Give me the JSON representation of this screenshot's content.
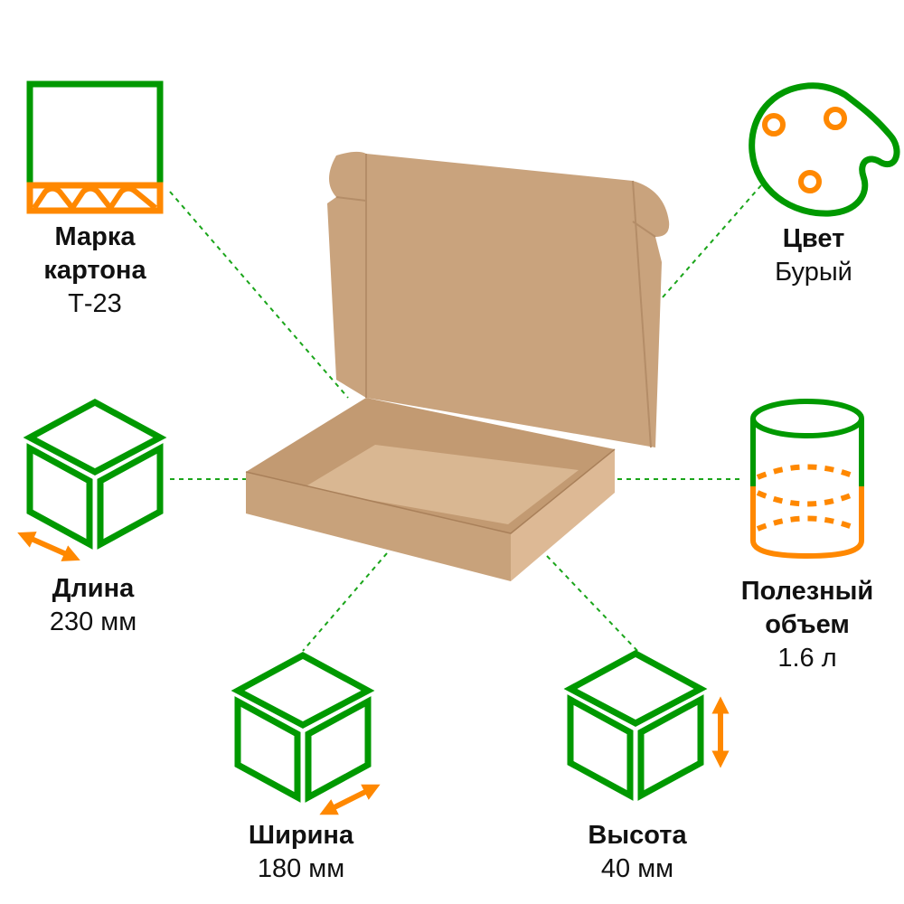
{
  "colors": {
    "green": "#009900",
    "orange": "#ff8800",
    "kraft": "#c9a37d"
  },
  "specs": {
    "grade": {
      "title_line1": "Марка",
      "title_line2": "картона",
      "value": "Т-23"
    },
    "color": {
      "title": "Цвет",
      "value": "Бурый"
    },
    "length": {
      "title": "Длина",
      "value": "230 мм"
    },
    "volume": {
      "title_line1": "Полезный",
      "title_line2": "объем",
      "value": "1.6 л"
    },
    "width": {
      "title": "Ширина",
      "value": "180 мм"
    },
    "height": {
      "title": "Высота",
      "value": "40 мм"
    }
  }
}
